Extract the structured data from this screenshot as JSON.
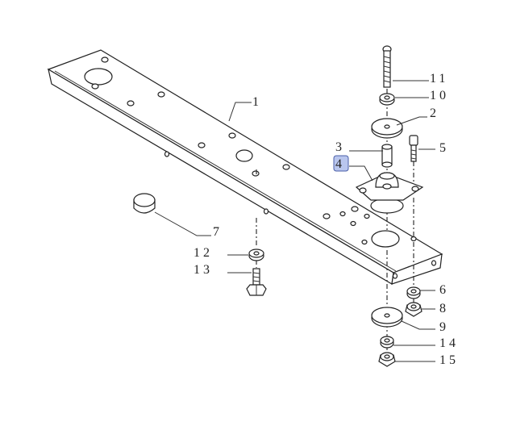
{
  "callouts": [
    {
      "id": "1",
      "text": "1"
    },
    {
      "id": "2",
      "text": "2"
    },
    {
      "id": "3",
      "text": "3"
    },
    {
      "id": "4",
      "text": "4",
      "highlighted": true
    },
    {
      "id": "5",
      "text": "5"
    },
    {
      "id": "6",
      "text": "6"
    },
    {
      "id": "7",
      "text": "7"
    },
    {
      "id": "8",
      "text": "8"
    },
    {
      "id": "9",
      "text": "9"
    },
    {
      "id": "10",
      "text": "10"
    },
    {
      "id": "11",
      "text": "11"
    },
    {
      "id": "12",
      "text": "12"
    },
    {
      "id": "13",
      "text": "13"
    },
    {
      "id": "14",
      "text": "14"
    },
    {
      "id": "15",
      "text": "15"
    }
  ],
  "colors": {
    "line": "#333333",
    "highlight": "#b9c6ee",
    "highlight_border": "#4a5fa8"
  }
}
